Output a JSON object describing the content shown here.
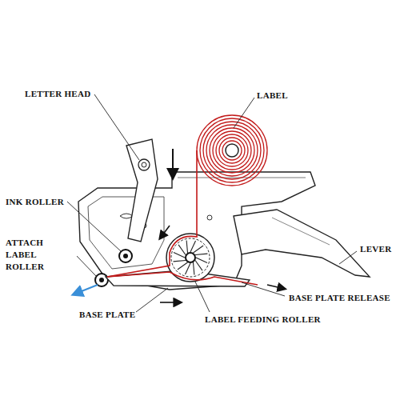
{
  "diagram": {
    "labels": [
      "LETTER HEAD",
      "LABEL",
      "INK ROLLER",
      "ATTACH LABEL ROLLER",
      "LEVER",
      "BASE PLATE RELEASE",
      "BASE PLATE",
      "LABEL FEEDING ROLLER"
    ]
  }
}
